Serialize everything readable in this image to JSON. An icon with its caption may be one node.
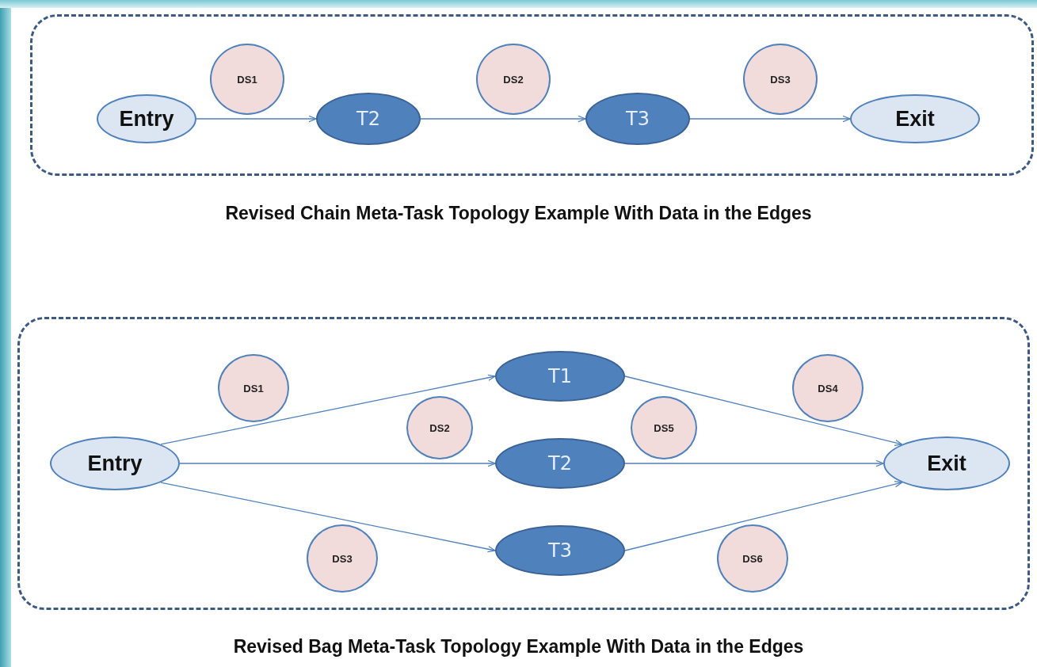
{
  "diagram": {
    "nodes": [
      {
        "text": [],
        "shape": "box"
      },
      {
        "text": [
          "DS1"
        ],
        "in": 0
      },
      {
        "text": [
          "DS2"
        ],
        "in": 0
      },
      {
        "text": [
          "DS3"
        ],
        "in": 0
      },
      {
        "text": [
          "Entry"
        ],
        "in": 0
      },
      {
        "text": [
          "T2"
        ],
        "in": 0
      },
      {
        "text": [
          "T3"
        ],
        "in": 0
      },
      {
        "text": [
          "Exit"
        ],
        "in": 0
      },
      {
        "text": [],
        "shape": "box"
      },
      {
        "text": [
          "T1"
        ],
        "in": 8
      },
      {
        "text": [
          "DS1"
        ],
        "in": 8
      },
      {
        "text": [
          "DS4"
        ],
        "in": 8
      },
      {
        "text": [
          "DS2"
        ],
        "in": 8
      },
      {
        "text": [
          "DS5"
        ],
        "in": 8
      },
      {
        "text": [
          "Entry"
        ],
        "in": 8
      },
      {
        "text": [
          "T2"
        ],
        "in": 8
      },
      {
        "text": [
          "Exit"
        ],
        "in": 8
      },
      {
        "text": [
          "DS3"
        ],
        "in": 8
      },
      {
        "text": [
          "T3"
        ],
        "in": 8
      },
      {
        "text": [
          "DS6"
        ],
        "in": 8
      }
    ],
    "edges": [
      {
        "from": 4,
        "to": 5,
        "arrow": "to"
      },
      {
        "from": 5,
        "to": 6,
        "arrow": "to"
      },
      {
        "from": 6,
        "to": 7,
        "arrow": "to"
      },
      {
        "from": 14,
        "to": 9,
        "arrow": "to"
      },
      {
        "from": 14,
        "to": 15,
        "arrow": "to"
      },
      {
        "from": 14,
        "to": 18,
        "arrow": "to"
      },
      {
        "from": 9,
        "to": 16,
        "arrow": "to"
      },
      {
        "from": 15,
        "to": 16,
        "arrow": "to"
      },
      {
        "from": 18,
        "to": 16,
        "arrow": "to"
      }
    ],
    "labels": [
      "Revised Chain Meta-Task Topology Example With Data in the Edges",
      "Revised Bag Meta-Task Topology Example With Data in the Edges"
    ]
  }
}
